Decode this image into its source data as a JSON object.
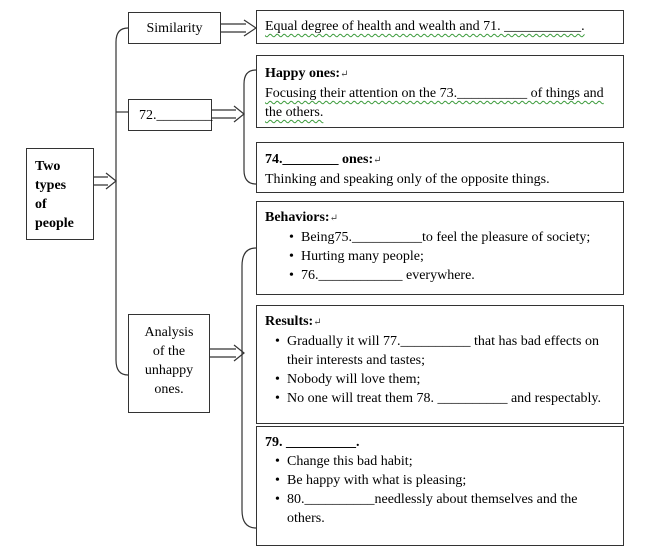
{
  "left": {
    "label_lines": [
      "Two",
      "types",
      "of",
      "people"
    ]
  },
  "similarity": {
    "label": "Similarity",
    "text": "Equal degree of health and wealth and 71. ___________."
  },
  "q72": {
    "label": "72.________"
  },
  "happy": {
    "heading": "Happy ones:",
    "text": "Focusing their attention on the 73.__________ of things and the others."
  },
  "q74": {
    "heading": "74.________ ones:",
    "text": "Thinking and speaking only of the opposite things."
  },
  "analysis": {
    "label_lines": [
      "Analysis",
      "of the",
      "unhappy",
      "ones."
    ]
  },
  "behaviors": {
    "heading": "Behaviors:",
    "items": [
      "Being75.__________to feel the pleasure of society;",
      "Hurting many people;",
      "76.____________ everywhere."
    ]
  },
  "results": {
    "heading": "Results:",
    "items": [
      "Gradually it will 77.__________ that has bad effects on their interests and tastes;",
      "Nobody will love them;",
      "No one will treat them 78. __________ and respectably."
    ]
  },
  "q79": {
    "heading": "79. __________.",
    "items": [
      "Change this bad habit;",
      "Be happy with what is pleasing;",
      "80.__________needlessly about themselves and the others."
    ]
  },
  "return_mark": "↵"
}
